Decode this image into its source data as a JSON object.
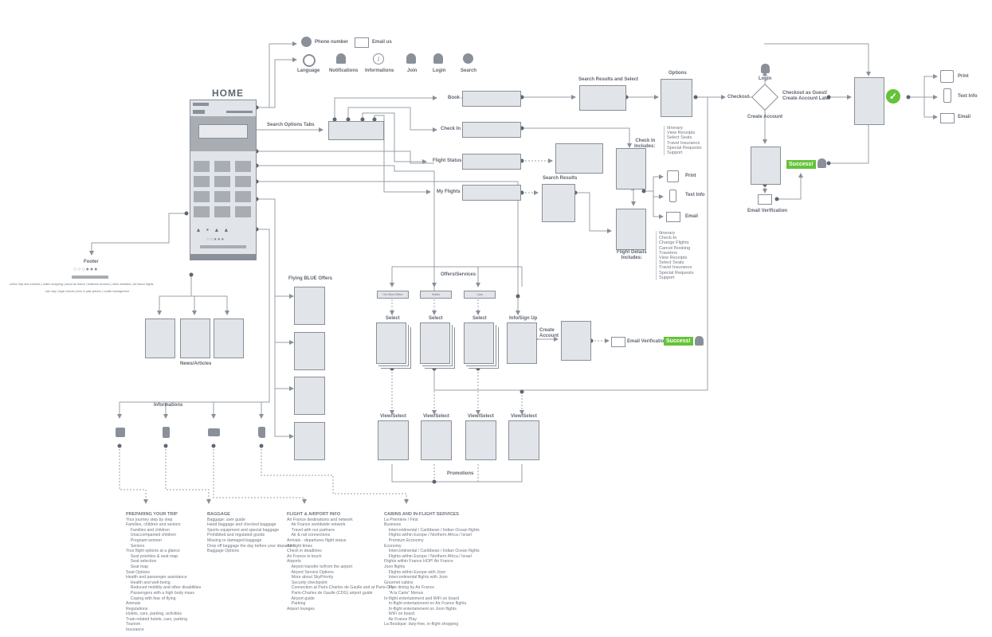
{
  "home": {
    "title": "HOME"
  },
  "top_icons": {
    "phone": "Phone number",
    "email": "Email us",
    "language": "Language",
    "notifications": "Notifications",
    "informations": "Informations",
    "join": "Join",
    "login": "Login",
    "search": "Search"
  },
  "search": {
    "tabs_label": "Search Options Tabs"
  },
  "tabs": {
    "book": "Book",
    "check_in": "Check In",
    "flight_status": "Flight Status",
    "my_flights": "My Flights"
  },
  "booking": {
    "results": "Search Results and Select",
    "options": "Options",
    "checkout": "Checkout",
    "login": "Login",
    "guest": "Checkout as Guest/\nCreate Account Later",
    "create_account": "Create Account",
    "email_verification": "Email Verification",
    "success": "Success!"
  },
  "confirm": {
    "print": "Print",
    "text_info": "Text Info",
    "email": "Email"
  },
  "check_in_includes": {
    "label": "Check In\nIncludes:",
    "items": [
      "Itinerary",
      "View Receipts",
      "Select Seats",
      "Travel Insurance",
      "Special Requests",
      "Support"
    ]
  },
  "search_results_label": "Search Results",
  "mid_share": {
    "print": "Print",
    "text_info": "Text Info",
    "email": "Email"
  },
  "flight_details": {
    "label": "Flight Details\nIncludes:",
    "items": [
      "Itinerary",
      "Check-In",
      "Change Flights",
      "Cancel Booking",
      "Travelers",
      "View Receipts",
      "Select Seats",
      "Travel Insurance",
      "Special Requests",
      "Support"
    ]
  },
  "footer": {
    "label": "Footer",
    "links_row1": "online help and contacts  |  online shopping  |  about air france  |  business services  |  other websites  |  air france flights",
    "links_row2": "site map  |  legal notices  |  time & past options  |  cookie management"
  },
  "news": {
    "label": "News/Articles"
  },
  "flying_blue": {
    "label": "Flying BLUE Offers"
  },
  "offers": {
    "label": "Offers/Services",
    "tabs": [
      "Our Best Offers",
      "Hotels",
      "Cars"
    ],
    "select": "Select",
    "info_signup": "Info/Sign Up",
    "create_account": "Create\nAccount",
    "email_verification": "Email Verification",
    "success": "Success!",
    "view_select": "View/Select",
    "promotions": "Promotions"
  },
  "informations": {
    "label": "Informations"
  },
  "info_lists": [
    {
      "title": "PREPARING YOUR TRIP",
      "items": [
        "Your journey step by step",
        "Families, children and seniors",
        "    Families and children",
        "    Unaccompanied children",
        "    Pregnant women",
        "    Seniors",
        "Your flight options at a glance",
        "    Seat priorities & seat map",
        "    Seat selection",
        "    Seat map",
        "Seat Options",
        "Health and passenger assistance",
        "    Health and well-being",
        "    Reduced mobility and other disabilities",
        "    Passengers with a high body mass",
        "    Coping with fear of flying",
        "Animals",
        "Regulations",
        "Hotels, cars, parking, activities",
        "Train-related hotels, cars, parking",
        "Tourism",
        "Insurance"
      ]
    },
    {
      "title": "BAGGAGE",
      "items": [
        "Baggage: user guide",
        "Hand baggage and checked baggage",
        "Sports equipment and special baggage",
        "Prohibited and regulated goods",
        "Missing or damaged baggage",
        "Drop off baggage the day before your departure",
        "Baggage Options"
      ]
    },
    {
      "title": "FLIGHT & AIRPORT INFO",
      "items": [
        "Air France destinations and network",
        "    Air France worldwide network",
        "    Travel with our partners",
        "    Air & rail connections",
        "Arrivals - departures flight status",
        "All flight times",
        "Check in deadlines",
        "Air France in touch",
        "Airports",
        "    Airport transfer to/from the airport",
        "    Airport Service Options",
        "    More about SkyPriority",
        "    Security checkpoint",
        "    Connection at Paris-Charles de Gaulle and at Paris-Orly",
        "    Paris-Charles de Gaulle (CDG) airport guide",
        "    Airport guide",
        "    Parking",
        "Airport lounges"
      ]
    },
    {
      "title": "CABINS AND IN-FLIGHT SERVICES",
      "items": [
        "La Premiere / First",
        "Business",
        "    Intercontinental / Caribbean / Indian Ocean flights",
        "    Flights within Europe / Northern Africa / Israel",
        "    Premium Economy",
        "Economy",
        "    Intercontinental / Caribbean / Indian Ocean flights",
        "    Flights within Europe / Northern Africa / Israel",
        "Flights within France HOP! Air France",
        "Joon flights",
        "    Flights within Europe with Joon",
        "    Intercontinental flights with Joon",
        "Gourmet cabins",
        "    Fine dining by Air France",
        "    \"A la Carte\" Menus",
        "In-flight entertainment and WiFi on board",
        "    In-flight entertainment on Air France flights",
        "    In-flight entertainment on Joon flights",
        "    WiFi on board",
        "    Air France Play",
        "La Boutique: duty-free, in-flight shopping"
      ]
    }
  ]
}
